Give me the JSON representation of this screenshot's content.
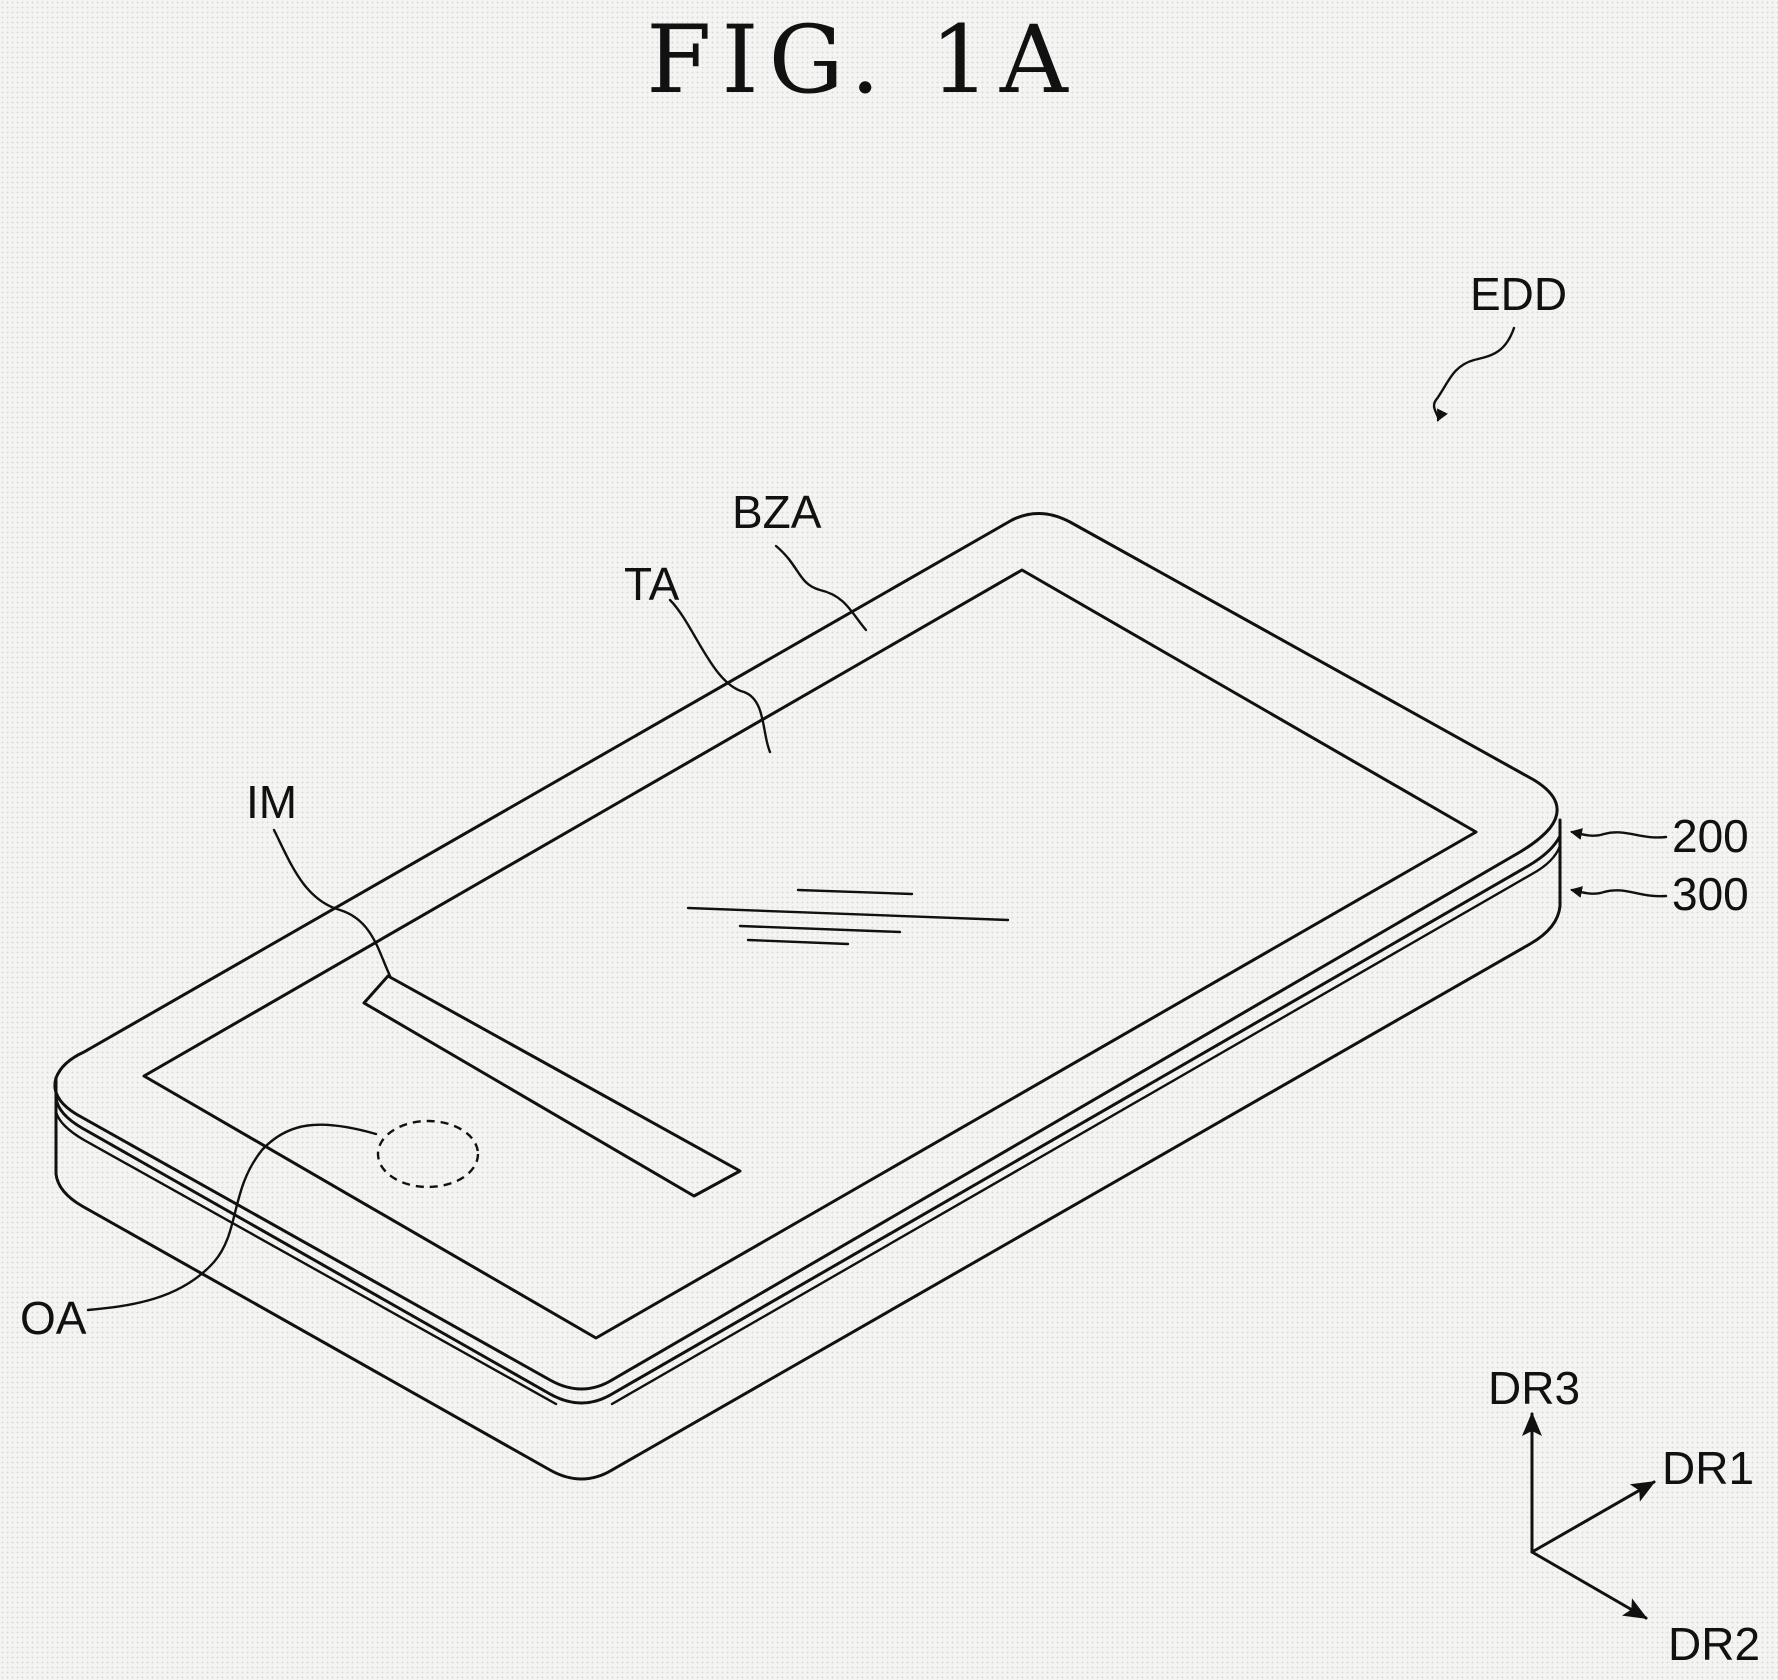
{
  "figure": {
    "title": "FIG. 1A"
  },
  "labels": {
    "device": "EDD",
    "bezel_area": "BZA",
    "transmission_area": "TA",
    "image": "IM",
    "opening_area": "OA",
    "window": "200",
    "housing": "300"
  },
  "axes": {
    "dr1": "DR1",
    "dr2": "DR2",
    "dr3": "DR3"
  }
}
